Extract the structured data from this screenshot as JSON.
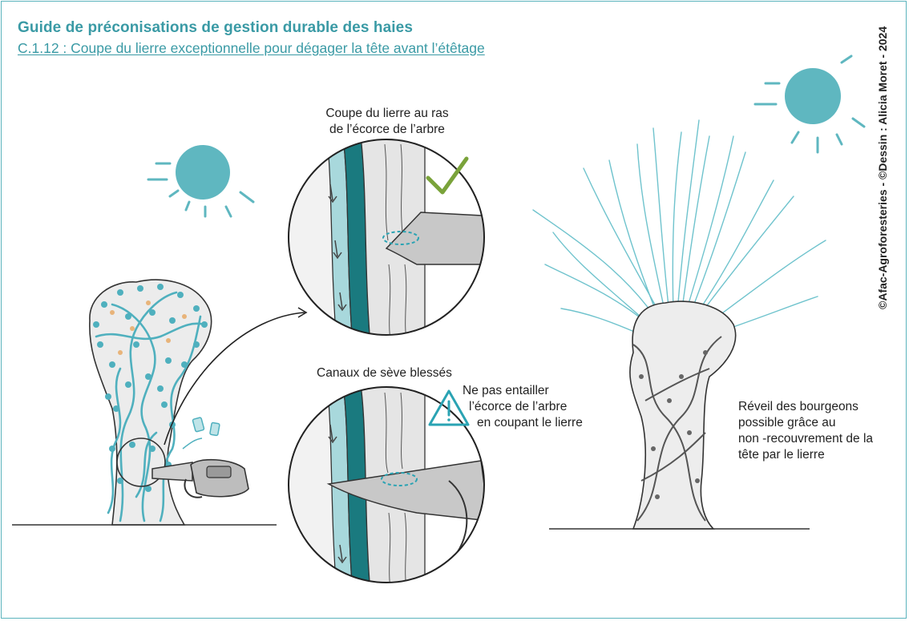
{
  "header": {
    "title": "Guide de préconisations de gestion durable des haies",
    "subtitle": "C.1.12 : Coupe du lierre exceptionnelle pour dégager la tête avant l’étêtage"
  },
  "credit": "©Afac-Agroforesteries - ©Dessin : Alicia Moret - 2024",
  "labels": {
    "good_cut_line1": "Coupe du lierre au ras",
    "good_cut_line2": "de l’écorce de l’arbre",
    "bad_cut": "Canaux de sève blessés",
    "warning_line1": "Ne pas entailler",
    "warning_line2": "l’écorce de l’arbre",
    "warning_line3": "en coupant le lierre",
    "result_line1": "Réveil des bourgeons",
    "result_line2": "possible grâce au",
    "result_line3": "non -recouvrement de la",
    "result_line4": "tête par le lierre"
  },
  "colors": {
    "accent": "#5bb3bc",
    "sun": "#5fb7c0",
    "ivy": "#4fb0be",
    "sap_light": "#a8d8dc",
    "sap_dark": "#1a7a7f",
    "check": "#7aa33a"
  },
  "icons": [
    "sun-icon",
    "check-icon",
    "warning-icon",
    "chainsaw-icon",
    "arrow-icon"
  ]
}
